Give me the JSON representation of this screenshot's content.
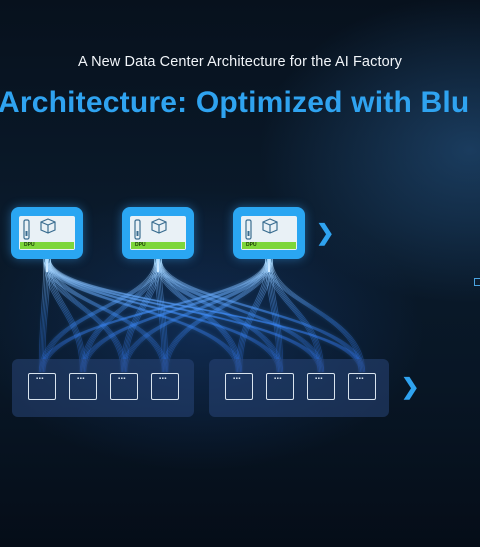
{
  "header": {
    "subtitle": "A New Data Center Architecture for the AI Factory",
    "headline": "Architecture: Optimized with Blu"
  },
  "gpu_nodes": [
    {
      "label": "DPU",
      "icon": "server-icon"
    },
    {
      "label": "DPU",
      "icon": "server-icon"
    },
    {
      "label": "DPU",
      "icon": "server-icon"
    }
  ],
  "switch_groups": [
    {
      "switch_count": 4
    },
    {
      "switch_count": 4
    }
  ],
  "colors": {
    "accent": "#2fa3f0",
    "gpu_card": "#2aa6f2",
    "label_strip": "#7dd63a",
    "background": "#06101c"
  }
}
